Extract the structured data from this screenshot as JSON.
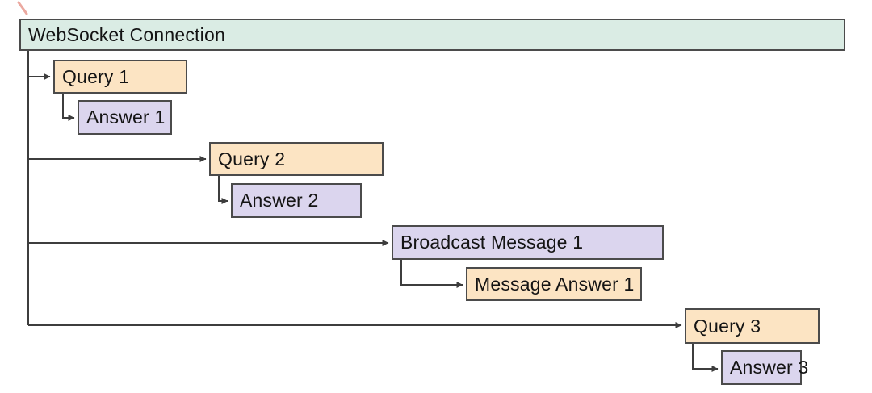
{
  "diagram": {
    "connection_bar": {
      "label": "WebSocket Connection"
    },
    "events": [
      {
        "label": "Query 1",
        "kind": "query"
      },
      {
        "label": "Answer 1",
        "kind": "answer"
      },
      {
        "label": "Query 2",
        "kind": "query"
      },
      {
        "label": "Answer 2",
        "kind": "answer"
      },
      {
        "label": "Broadcast Message 1",
        "kind": "broadcast"
      },
      {
        "label": "Message Answer 1",
        "kind": "answer"
      },
      {
        "label": "Query 3",
        "kind": "query"
      },
      {
        "label": "Answer 3",
        "kind": "answer"
      }
    ],
    "colors": {
      "connection_fill": "#daece4",
      "query_fill": "#fce4c3",
      "answer_fill": "#dbd5ee",
      "box_border": "#4b4b4b",
      "connector_line": "#3d3d3d",
      "stray_mark": "#eba9a0",
      "background": "#ffffff",
      "text": "#141414"
    }
  }
}
